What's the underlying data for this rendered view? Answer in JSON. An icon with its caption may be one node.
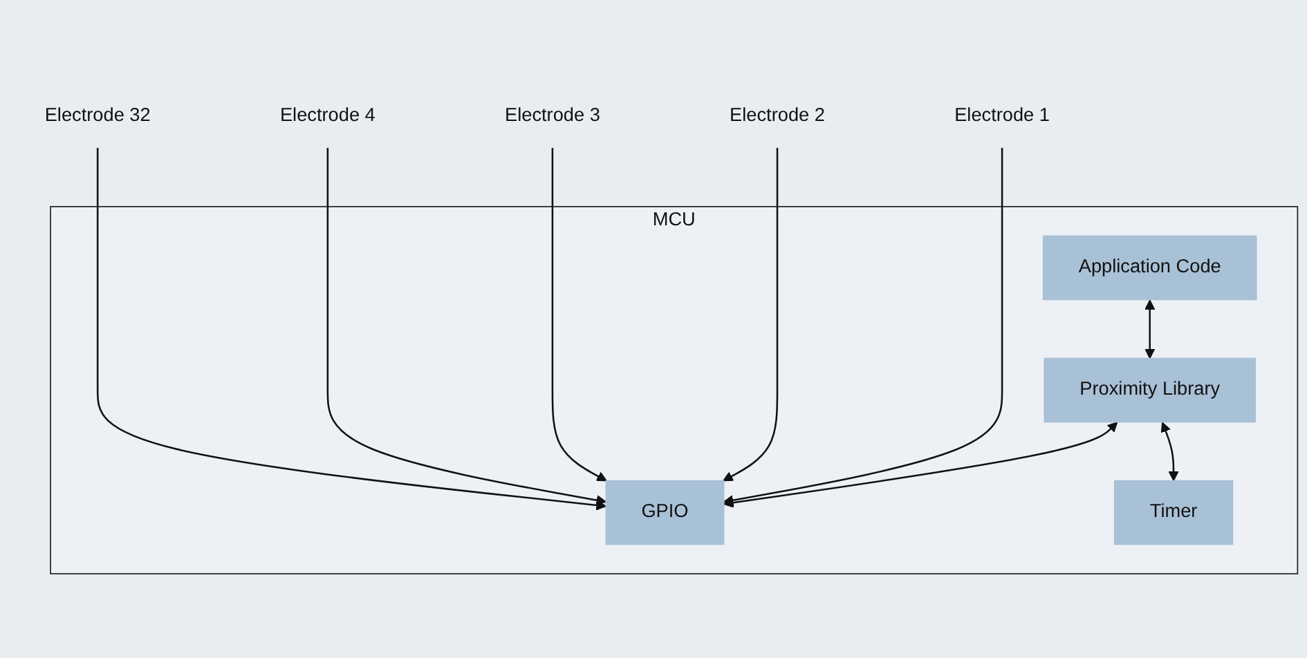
{
  "diagram": {
    "nodes": [
      {
        "text": [
          "MCU"
        ]
      },
      {
        "text": [
          "Application Code"
        ],
        "in": 0
      },
      {
        "text": [
          "Proximity Library"
        ],
        "in": 0
      },
      {
        "text": [
          "GPIO"
        ],
        "in": 0
      },
      {
        "text": [
          "Timer"
        ],
        "in": 0
      },
      {
        "text": [
          "Electrode 1"
        ]
      },
      {
        "text": [
          "Electrode 2"
        ]
      },
      {
        "text": [
          "Electrode 3"
        ]
      },
      {
        "text": [
          "Electrode 4"
        ]
      },
      {
        "text": [
          "Electrode 32"
        ]
      }
    ],
    "edges": [
      {
        "from": 1,
        "to": 2,
        "arrow": "both"
      },
      {
        "from": 2,
        "to": 3,
        "arrow": "both"
      },
      {
        "from": 2,
        "to": 4,
        "arrow": "both"
      },
      {
        "from": 5,
        "to": 3,
        "arrow": "to"
      },
      {
        "from": 6,
        "to": 3,
        "arrow": "to"
      },
      {
        "from": 7,
        "to": 3,
        "arrow": "to"
      },
      {
        "from": 8,
        "to": 3,
        "arrow": "to"
      },
      {
        "from": 9,
        "to": 3,
        "arrow": "to"
      }
    ]
  }
}
